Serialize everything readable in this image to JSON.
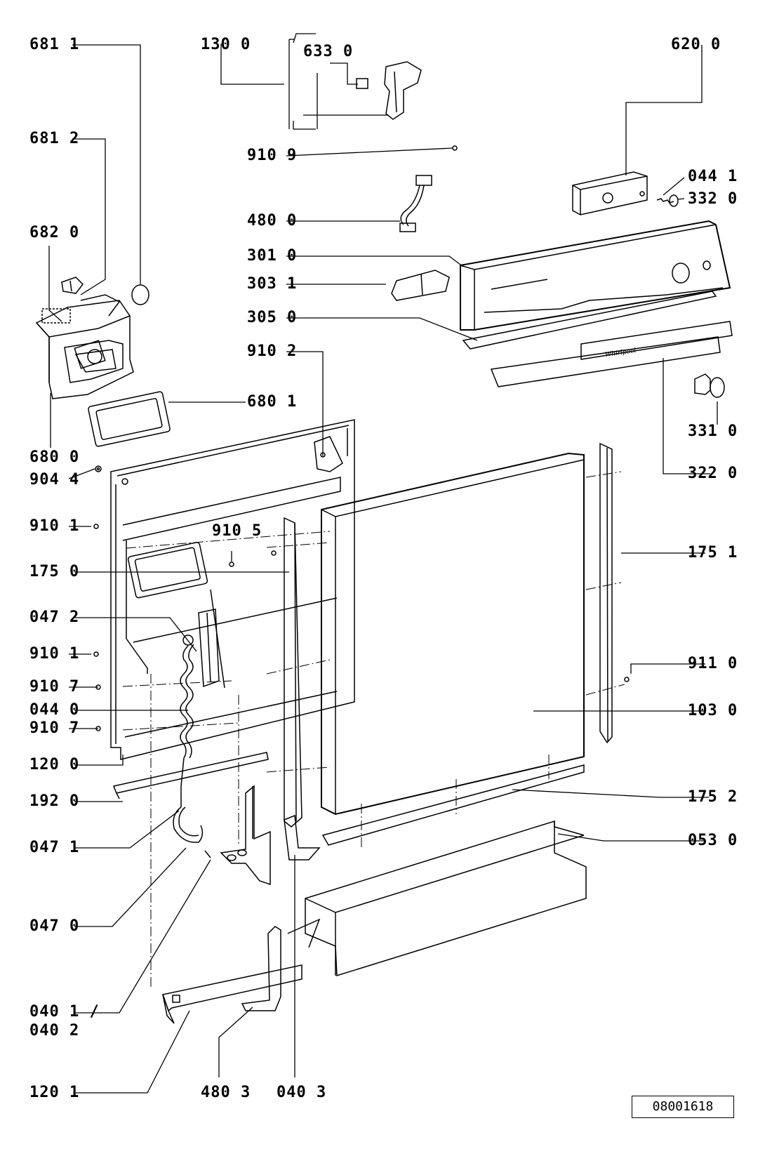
{
  "labels": {
    "l6811": "681 1",
    "l6812": "681 2",
    "l6820": "682 0",
    "l6800": "680 0",
    "l9044": "904 4",
    "l9101a": "910 1",
    "l1750": "175 0",
    "l0472": "047 2",
    "l9101b": "910 1",
    "l9107a": "910 7",
    "l0440": "044 0",
    "l9107b": "910 7",
    "l1200": "120 0",
    "l1920": "192 0",
    "l0471": "047 1",
    "l0470": "047 0",
    "l0401": "040 1 /",
    "l0402": "040 2",
    "l1201": "120 1",
    "l4803": "480 3",
    "l0403": "040 3",
    "l1300": "130 0",
    "l6330": "633 0",
    "l9109": "910 9",
    "l4800": "480 0",
    "l3010": "301 0",
    "l3031": "303 1",
    "l3050": "305 0",
    "l9102": "910 2",
    "l6801": "680 1",
    "l9105": "910 5",
    "l6200": "620 0",
    "l0441": "044 1",
    "l3320": "332 0",
    "l3310": "331 0",
    "l3220": "322 0",
    "l1751": "175 1",
    "l9110": "911 0",
    "l1030": "103 0",
    "l1752": "175 2",
    "l0530": "053 0"
  },
  "drawing_code": "08001618",
  "panel_brand": "Whirlpool"
}
